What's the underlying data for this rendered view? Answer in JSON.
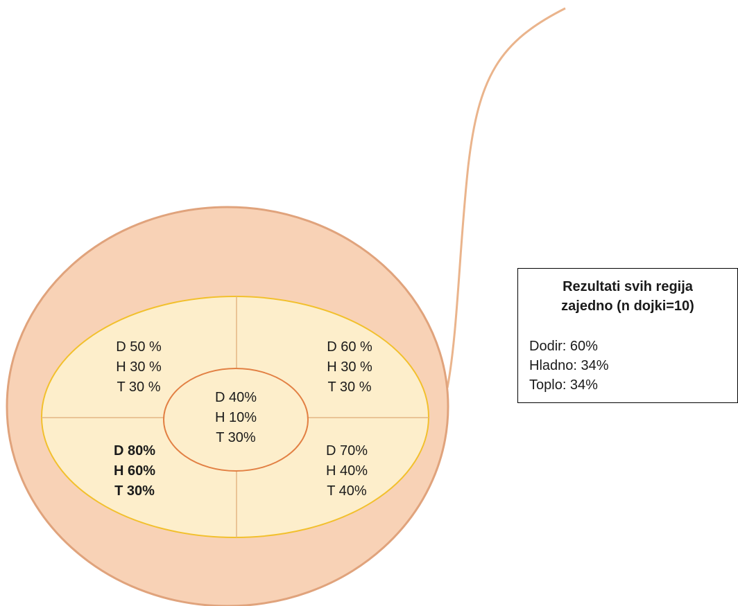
{
  "colors": {
    "outer_fill": "#f8d2b6",
    "outer_stroke": "#e0a37c",
    "middle_fill": "#fdeecb",
    "middle_stroke": "#f2c02d",
    "inner_stroke": "#e28044",
    "divider": "#e4b683"
  },
  "regions": {
    "upper_left": {
      "d": "D 50 %",
      "h": "H 30 %",
      "t": "T 30 %"
    },
    "upper_right": {
      "d": "D 60 %",
      "h": "H 30 %",
      "t": "T 30 %"
    },
    "center": {
      "d": "D 40%",
      "h": "H 10%",
      "t": "T 30%"
    },
    "lower_left": {
      "d": "D 80%",
      "h": "H 60%",
      "t": "T 30%"
    },
    "lower_right": {
      "d": "D 70%",
      "h": "H 40%",
      "t": "T 40%"
    }
  },
  "summary": {
    "title_line1": "Rezultati svih regija",
    "title_line2": "zajedno (n dojki=10)",
    "items": [
      "Dodir: 60%",
      "Hladno: 34%",
      "Toplo: 34%"
    ]
  }
}
